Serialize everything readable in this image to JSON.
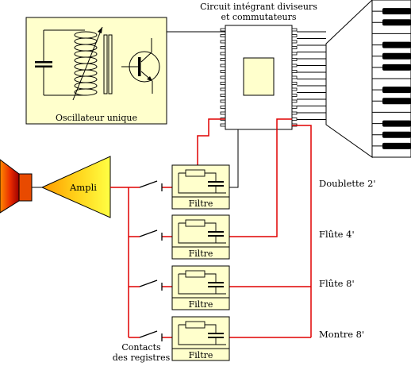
{
  "ic": {
    "line1": "Circuit intégrant diviseurs",
    "line2": "et commutateurs"
  },
  "oscillator_label": "Oscillateur unique",
  "amplifier_label": "Ampli",
  "filter_label": "Filtre",
  "registers": [
    {
      "name": "Doublette 2'"
    },
    {
      "name": "Flûte 4'"
    },
    {
      "name": "Flûte 8'"
    },
    {
      "name": "Montre 8'"
    }
  ],
  "contacts": {
    "line1": "Contacts",
    "line2": "des registres"
  },
  "colors": {
    "panel": "#ffffcc",
    "wire": "#e00000",
    "outline": "#000000"
  }
}
